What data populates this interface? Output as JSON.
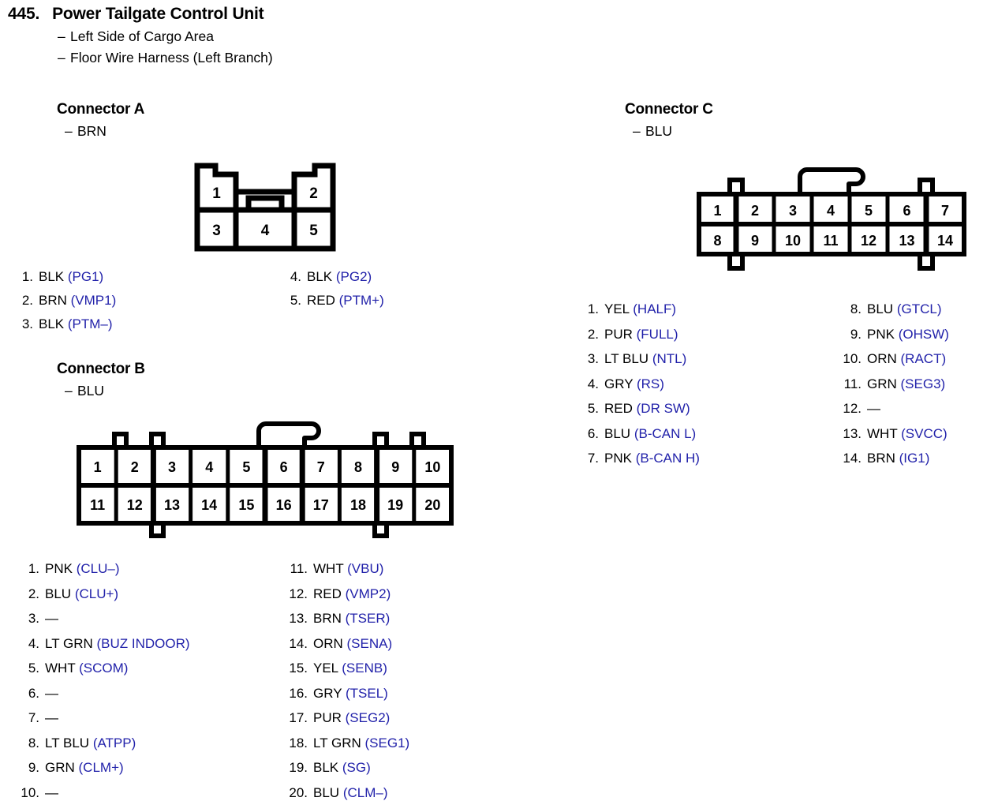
{
  "header": {
    "number": "445.",
    "title": "Power Tailgate Control Unit",
    "dash": "–",
    "subtitles": [
      "Left Side of Cargo Area",
      "Floor Wire Harness (Left Branch)"
    ]
  },
  "colors": {
    "signal_blue": "#2222aa",
    "text_black": "#000000",
    "page_background": "#ffffff"
  },
  "empty_pin_marker": "—",
  "connectors": [
    {
      "id": "a",
      "title": "Connector A",
      "color_label": "BRN",
      "diagram": {
        "type": "notched-5pin",
        "top_row": [
          "1",
          "2"
        ],
        "bottom_row": [
          "3",
          "4",
          "5"
        ]
      },
      "pins_left": [
        {
          "num": "1.",
          "wire": "BLK",
          "signal": "(PG1)"
        },
        {
          "num": "2.",
          "wire": "BRN",
          "signal": "(VMP1)"
        },
        {
          "num": "3.",
          "wire": "BLK",
          "signal": "(PTM–)"
        }
      ],
      "pins_right": [
        {
          "num": "4.",
          "wire": "BLK",
          "signal": "(PG2)"
        },
        {
          "num": "5.",
          "wire": "RED",
          "signal": "(PTM+)"
        }
      ]
    },
    {
      "id": "b",
      "title": "Connector B",
      "color_label": "BLU",
      "diagram": {
        "type": "grid",
        "columns": 10,
        "top_row": [
          "1",
          "2",
          "3",
          "4",
          "5",
          "6",
          "7",
          "8",
          "9",
          "10"
        ],
        "bottom_row": [
          "11",
          "12",
          "13",
          "14",
          "15",
          "16",
          "17",
          "18",
          "19",
          "20"
        ]
      },
      "pins_left": [
        {
          "num": "1.",
          "wire": "PNK",
          "signal": "(CLU–)"
        },
        {
          "num": "2.",
          "wire": "BLU",
          "signal": "(CLU+)"
        },
        {
          "num": "3.",
          "wire": "—",
          "signal": ""
        },
        {
          "num": "4.",
          "wire": "LT GRN",
          "signal": "(BUZ INDOOR)"
        },
        {
          "num": "5.",
          "wire": "WHT",
          "signal": "(SCOM)"
        },
        {
          "num": "6.",
          "wire": "—",
          "signal": ""
        },
        {
          "num": "7.",
          "wire": "—",
          "signal": ""
        },
        {
          "num": "8.",
          "wire": "LT BLU",
          "signal": "(ATPP)"
        },
        {
          "num": "9.",
          "wire": "GRN",
          "signal": "(CLM+)"
        },
        {
          "num": "10.",
          "wire": "—",
          "signal": ""
        }
      ],
      "pins_right": [
        {
          "num": "11.",
          "wire": "WHT",
          "signal": "(VBU)"
        },
        {
          "num": "12.",
          "wire": "RED",
          "signal": "(VMP2)"
        },
        {
          "num": "13.",
          "wire": "BRN",
          "signal": "(TSER)"
        },
        {
          "num": "14.",
          "wire": "ORN",
          "signal": "(SENA)"
        },
        {
          "num": "15.",
          "wire": "YEL",
          "signal": "(SENB)"
        },
        {
          "num": "16.",
          "wire": "GRY",
          "signal": "(TSEL)"
        },
        {
          "num": "17.",
          "wire": "PUR",
          "signal": "(SEG2)"
        },
        {
          "num": "18.",
          "wire": "LT GRN",
          "signal": "(SEG1)"
        },
        {
          "num": "19.",
          "wire": "BLK",
          "signal": "(SG)"
        },
        {
          "num": "20.",
          "wire": "BLU",
          "signal": "(CLM–)"
        }
      ]
    },
    {
      "id": "c",
      "title": "Connector C",
      "color_label": "BLU",
      "diagram": {
        "type": "grid",
        "columns": 7,
        "top_row": [
          "1",
          "2",
          "3",
          "4",
          "5",
          "6",
          "7"
        ],
        "bottom_row": [
          "8",
          "9",
          "10",
          "11",
          "12",
          "13",
          "14"
        ]
      },
      "pins_left": [
        {
          "num": "1.",
          "wire": "YEL",
          "signal": "(HALF)"
        },
        {
          "num": "2.",
          "wire": "PUR",
          "signal": "(FULL)"
        },
        {
          "num": "3.",
          "wire": "LT BLU",
          "signal": "(NTL)"
        },
        {
          "num": "4.",
          "wire": "GRY",
          "signal": "(RS)"
        },
        {
          "num": "5.",
          "wire": "RED",
          "signal": "(DR SW)"
        },
        {
          "num": "6.",
          "wire": "BLU",
          "signal": "(B-CAN L)"
        },
        {
          "num": "7.",
          "wire": "PNK",
          "signal": "(B-CAN H)"
        }
      ],
      "pins_right": [
        {
          "num": "8.",
          "wire": "BLU",
          "signal": "(GTCL)"
        },
        {
          "num": "9.",
          "wire": "PNK",
          "signal": "(OHSW)"
        },
        {
          "num": "10.",
          "wire": "ORN",
          "signal": "(RACT)"
        },
        {
          "num": "11.",
          "wire": "GRN",
          "signal": "(SEG3)"
        },
        {
          "num": "12.",
          "wire": "—",
          "signal": ""
        },
        {
          "num": "13.",
          "wire": "WHT",
          "signal": "(SVCC)"
        },
        {
          "num": "14.",
          "wire": "BRN",
          "signal": "(IG1)"
        }
      ]
    }
  ]
}
